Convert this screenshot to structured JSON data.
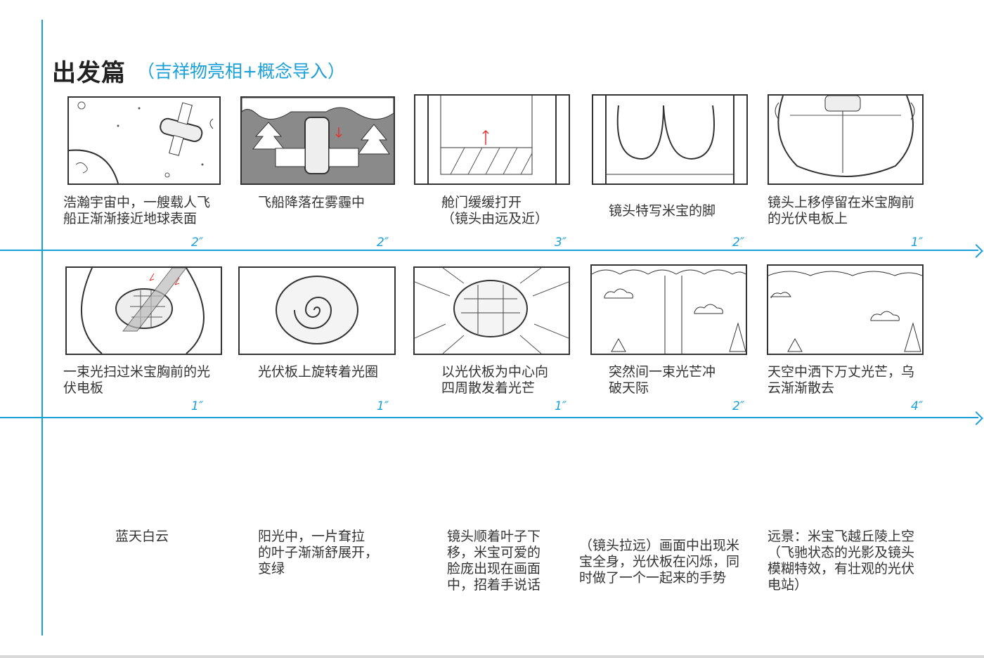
{
  "header": {
    "title": "出发篇",
    "subtitle": "（吉祥物亮相+概念导入）"
  },
  "rows": [
    {
      "panels": [
        {
          "caption": "浩瀚宇宙中，一艘载人飞\n船正渐渐接近地球表面",
          "duration": "2″"
        },
        {
          "caption": "飞船降落在雾霾中",
          "duration": "2″"
        },
        {
          "caption": "舱门缓缓打开\n（镜头由远及近）",
          "duration": "3″"
        },
        {
          "caption": "镜头特写米宝的脚",
          "duration": "2″"
        },
        {
          "caption": "镜头上移停留在米宝胸前\n的光伏电板上",
          "duration": "1″"
        }
      ]
    },
    {
      "panels": [
        {
          "caption": "一束光扫过米宝胸前的光\n伏电板",
          "duration": "1″"
        },
        {
          "caption": "光伏板上旋转着光圈",
          "duration": "1″"
        },
        {
          "caption": "以光伏板为中心向\n四周散发着光芒",
          "duration": "1″"
        },
        {
          "caption": "突然间一束光芒冲\n破天际",
          "duration": "2″"
        },
        {
          "caption": "天空中洒下万丈光芒，乌\n云渐渐散去",
          "duration": "4″"
        }
      ]
    },
    {
      "panels": [
        {
          "caption": "蓝天白云"
        },
        {
          "caption": "阳光中，一片耷拉\n的叶子渐渐舒展开，\n变绿"
        },
        {
          "caption": "镜头顺着叶子下\n移，米宝可爱的\n脸庞出现在画面\n中，招着手说话"
        },
        {
          "caption": "（镜头拉远）画面中出现米\n宝全身，光伏板在闪烁，同\n时做了一个一起来的手势"
        },
        {
          "caption": "远景：米宝飞越丘陵上空\n（飞驰状态的光影及镜头\n模糊特效，有壮观的光伏\n电站）"
        }
      ]
    }
  ],
  "colors": {
    "accent": "#1a9fd8",
    "ink": "#333333",
    "arrow_red": "#e53030"
  }
}
